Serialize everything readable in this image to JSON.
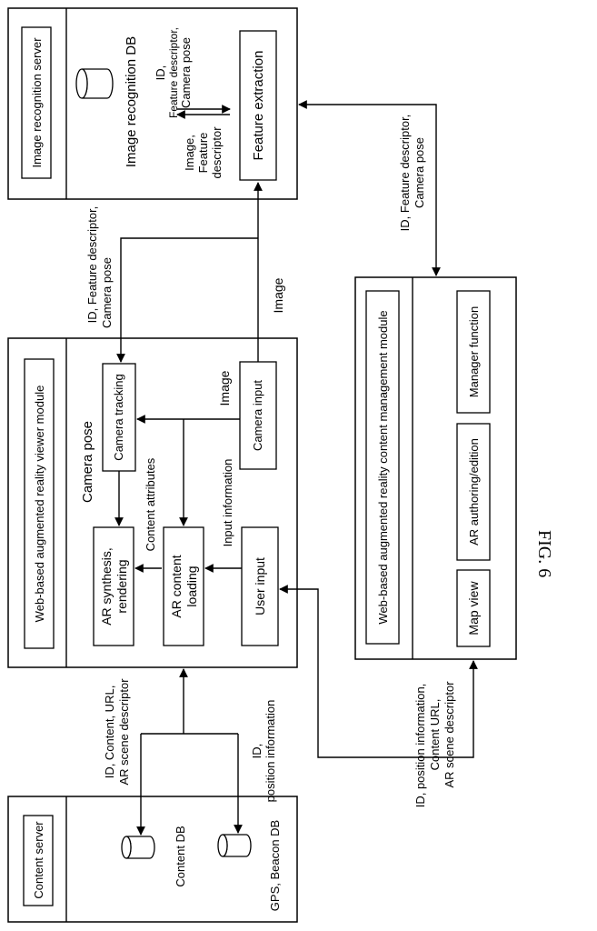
{
  "figure_label": "FIG. 6",
  "image_server": {
    "title": "Image recognition server",
    "db": "Image recognition DB",
    "feature_extraction": "Feature extraction",
    "up_l1": "ID,",
    "up_l2": "Feature descriptor,",
    "up_l3": "Camera pose",
    "down_l1": "Image,",
    "down_l2": "Feature",
    "down_l3": "descriptor"
  },
  "viewer": {
    "title": "Web-based augmented reality viewer module",
    "camera_pose": "Camera pose",
    "camera_tracking": "Camera tracking",
    "camera_input": "Camera input",
    "ar_synthesis_l1": "AR synthesis,",
    "ar_synthesis_l2": "rendering",
    "ar_content_l1": "AR content",
    "ar_content_l2": "loading",
    "user_input": "User input",
    "content_attributes": "Content attributes",
    "input_information": "Input information",
    "image_label": "Image"
  },
  "content_server": {
    "title": "Content server",
    "content_db": "Content DB",
    "gps_db": "GPS, Beacon DB"
  },
  "cms": {
    "title": "Web-based augmented reality content management module",
    "map_view": "Map view",
    "ar_authoring": "AR authoring/edition",
    "manager_function": "Manager function"
  },
  "arrows": {
    "viewer_to_server_l1": "ID, Feature descriptor,",
    "viewer_to_server_l2": "Camera pose",
    "image_to_server": "Image",
    "server_to_cms_l1": "ID, Feature descriptor,",
    "server_to_cms_l2": "Camera pose",
    "content_l1": "ID, Content, URL,",
    "content_l2": "AR scene descriptor",
    "position_l1": "ID,",
    "position_l2": "position information",
    "cms_l1": "ID, position information,",
    "cms_l2": "Content URL,",
    "cms_l3": "AR scene descriptor"
  }
}
